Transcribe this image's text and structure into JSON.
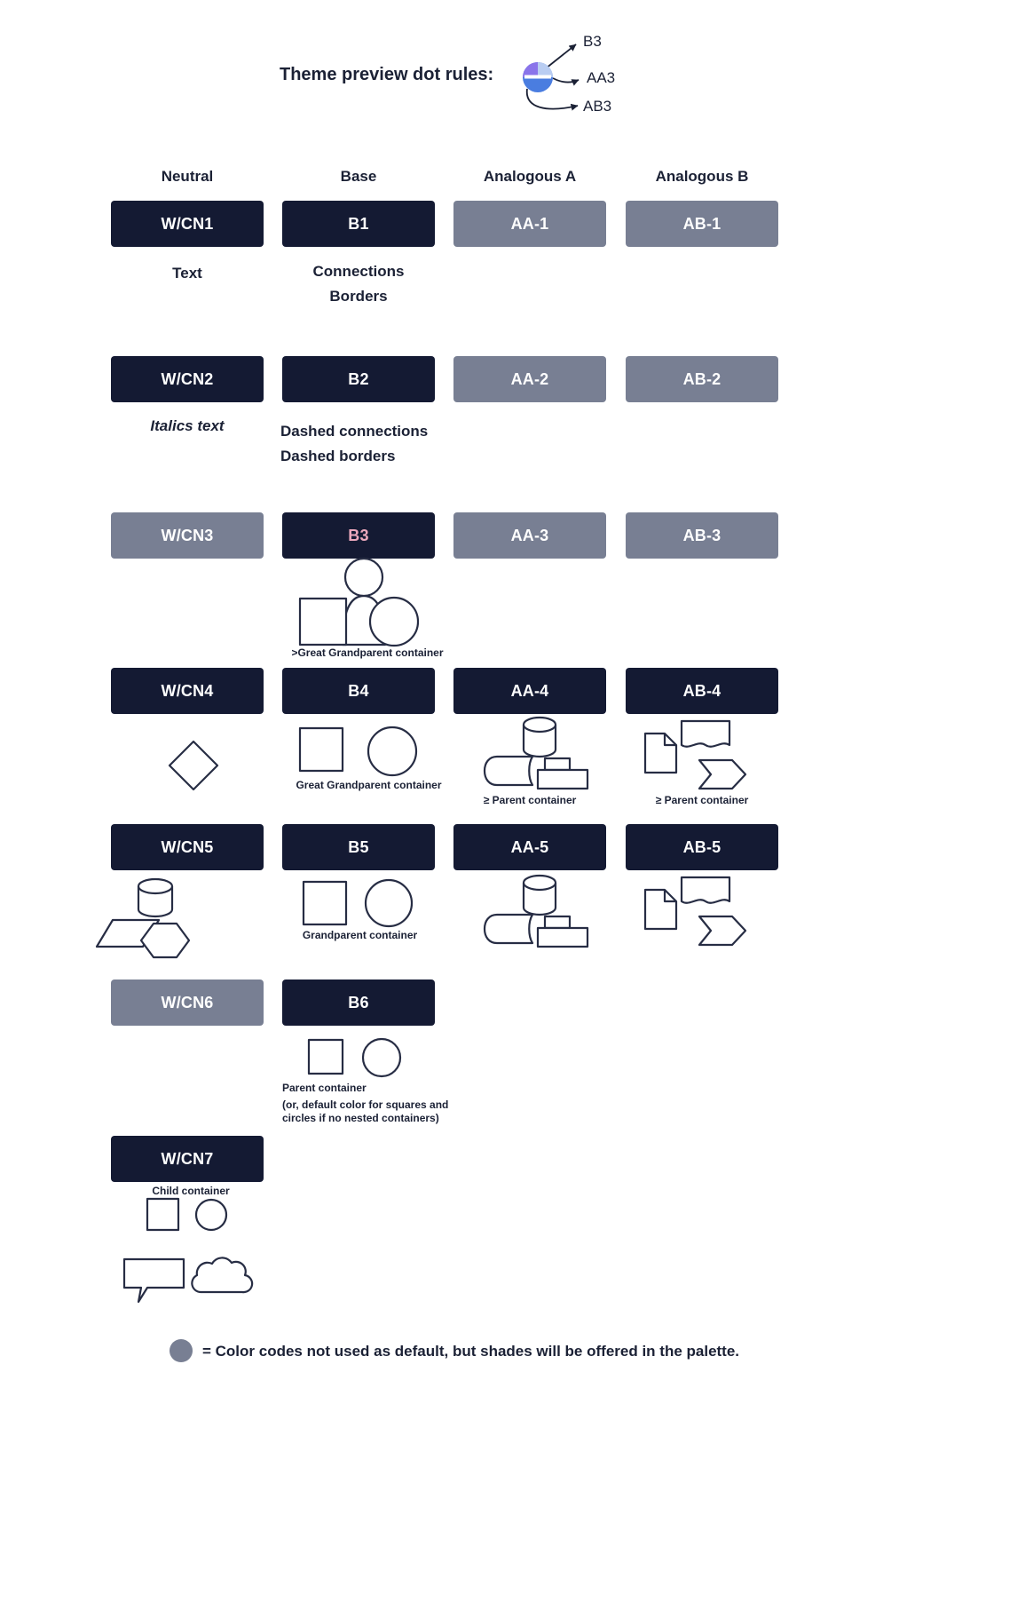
{
  "colors": {
    "dark": "#141a33",
    "gray": "#787f93",
    "pink": "#eba8bc",
    "ink": "#1b2135",
    "stroke": "#272d44",
    "dot-blue": "#4a7de0",
    "dot-purple": "#8a74ea",
    "dot-light": "#b9cdf2"
  },
  "header": {
    "title": "Theme preview dot rules:",
    "arrow_labels": {
      "b3": "B3",
      "aa3": "AA3",
      "ab3": "AB3"
    }
  },
  "columns": {
    "neutral": "Neutral",
    "base": "Base",
    "analogous_a": "Analogous A",
    "analogous_b": "Analogous B"
  },
  "pills": {
    "wcn1": "W/CN1",
    "wcn2": "W/CN2",
    "wcn3": "W/CN3",
    "wcn4": "W/CN4",
    "wcn5": "W/CN5",
    "wcn6": "W/CN6",
    "wcn7": "W/CN7",
    "b1": "B1",
    "b2": "B2",
    "b3": "B3",
    "b4": "B4",
    "b5": "B5",
    "b6": "B6",
    "aa1": "AA-1",
    "aa2": "AA-2",
    "aa3": "AA-3",
    "aa4": "AA-4",
    "aa5": "AA-5",
    "ab1": "AB-1",
    "ab2": "AB-2",
    "ab3": "AB-3",
    "ab4": "AB-4",
    "ab5": "AB-5"
  },
  "annotations": {
    "wcn1": "Text",
    "b1_line1": "Connections",
    "b1_line2": "Borders",
    "wcn2": "Italics text",
    "b2_line1": "Dashed connections",
    "b2_line2": "Dashed borders",
    "b3_caption": ">Great Grandparent container",
    "b4_caption": "Great Grandparent container",
    "aa4_caption": "≥ Parent container",
    "ab4_caption": "≥ Parent container",
    "b5_caption": "Grandparent container",
    "b6_caption_line1": "Parent container",
    "b6_caption_line2": "(or, default color for squares and",
    "b6_caption_line3": "circles if no nested containers)",
    "wcn7_caption": "Child container"
  },
  "footer": {
    "legend": "= Color codes not used as default, but shades will be offered in the palette."
  }
}
